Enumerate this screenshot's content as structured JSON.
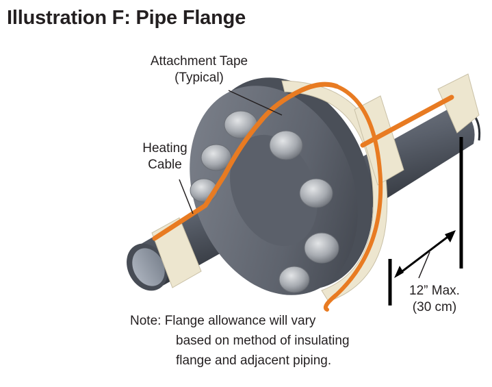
{
  "title": "Illustration F: Pipe Flange",
  "labels": {
    "attachment_tape_line1": "Attachment Tape",
    "attachment_tape_line2": "(Typical)",
    "heating_cable_line1": "Heating",
    "heating_cable_line2": "Cable",
    "dimension_line1": "12” Max.",
    "dimension_line2": "(30 cm)"
  },
  "note": {
    "line1": "Note: Flange allowance will vary",
    "line2": "based on method of insulating",
    "line3": "flange and adjacent piping."
  },
  "colors": {
    "pipe": "#5e6470",
    "pipe_dark": "#3d424c",
    "flange": "#6b717c",
    "bolt": "#a9adb2",
    "cable": "#e87b22",
    "tape": "#ede6cf",
    "text": "#231f20"
  }
}
